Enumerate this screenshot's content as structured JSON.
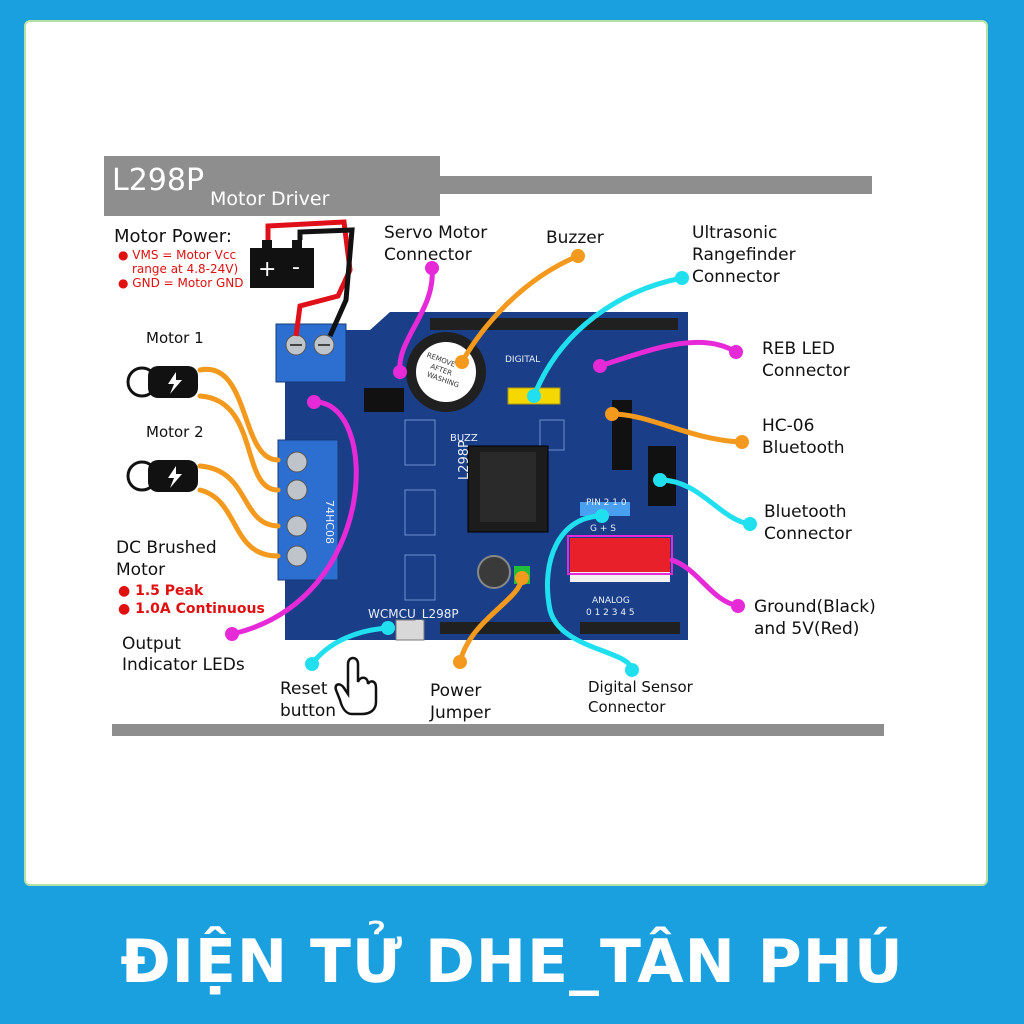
{
  "title": {
    "main": "L298P",
    "sub": "Motor Driver"
  },
  "motor_power": {
    "heading": "Motor Power:",
    "notes": [
      "VMS = Motor Vcc",
      "range at 4.8-24V)",
      "GND = Motor GND"
    ]
  },
  "labels": {
    "motor1": "Motor 1",
    "motor2": "Motor 2",
    "dc_motor_line1": "DC Brushed",
    "dc_motor_line2": "Motor",
    "peak": "1.5 Peak",
    "continuous": "1.0A Continuous",
    "output_leds_line1": "Output",
    "output_leds_line2": "Indicator LEDs",
    "reset_line1": "Reset",
    "reset_line2": "button",
    "power_jumper_line1": "Power",
    "power_jumper_line2": "Jumper",
    "digital_sensor_line1": "Digital Sensor",
    "digital_sensor_line2": "Connector",
    "servo_line1": "Servo Motor",
    "servo_line2": "Connector",
    "buzzer": "Buzzer",
    "ultrasonic_line1": "Ultrasonic",
    "ultrasonic_line2": "Rangefinder",
    "ultrasonic_line3": "Connector",
    "reb_led_line1": "REB LED",
    "reb_led_line2": "Connector",
    "hc06_line1": "HC-06",
    "hc06_line2": "Bluetooth",
    "bt_conn_line1": "Bluetooth",
    "bt_conn_line2": "Connector",
    "ground_line1": "Ground(Black)",
    "ground_line2": "and 5V(Red)"
  },
  "board_text": {
    "model": "WCMCU_L298P",
    "chip": "L298P",
    "ic": "74HC08",
    "buzzer_sticker": [
      "REMOVE",
      "AFTER",
      "WASHING"
    ],
    "silk_buzz": "BUZZ",
    "silk_analog": "ANALOG",
    "silk_digital": "DIGITAL",
    "silk_pin": "PIN 2 1 0",
    "silk_gvs": "G + S",
    "silk_analog_nums": "0 1 2 3 4 5"
  },
  "footer": "ĐIỆN TỬ DHE_TÂN PHÚ",
  "colors": {
    "background": "#1aa0de",
    "board": "#1a3f88",
    "orange": "#f39a1e",
    "cyan": "#20e0f0",
    "magenta": "#e62ad8",
    "red_note": "#e01010"
  }
}
